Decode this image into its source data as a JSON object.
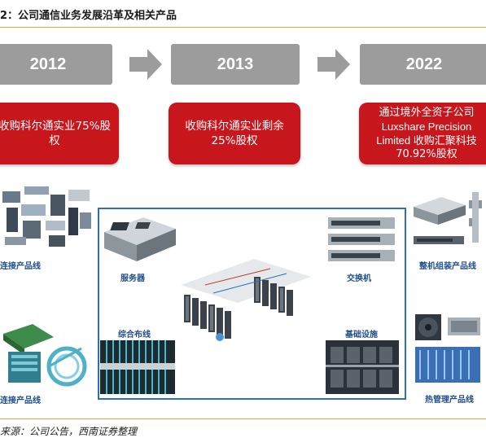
{
  "figure_title": "2：公司通信业务发展沿革及相关产品",
  "timeline": [
    {
      "year": "2012",
      "event_lines": [
        "收购科尔通实业75%股",
        "权"
      ]
    },
    {
      "year": "2013",
      "event_lines": [
        "收购科尔通实业剩余",
        "25%股权"
      ]
    },
    {
      "year": "2022",
      "event_lines": [
        "通过境外全资子公司",
        "Luxshare Precision",
        "Limited 收购汇聚科技",
        "70.92%股权"
      ]
    }
  ],
  "products": {
    "left_top": "连接产品线",
    "left_bottom": "连接产品线",
    "server": "服务器",
    "switch": "交换机",
    "cabling": "综合布线",
    "infrastructure": "基础设施",
    "assembly": "整机组装产品线",
    "thermal": "热管理产品线"
  },
  "source": "来源：公司公告，西南证券整理",
  "colors": {
    "event_red": "#c8161d",
    "year_gray": "#9c9c9c",
    "frame_blue": "#2a6fb8",
    "rule": "#d9a441"
  }
}
